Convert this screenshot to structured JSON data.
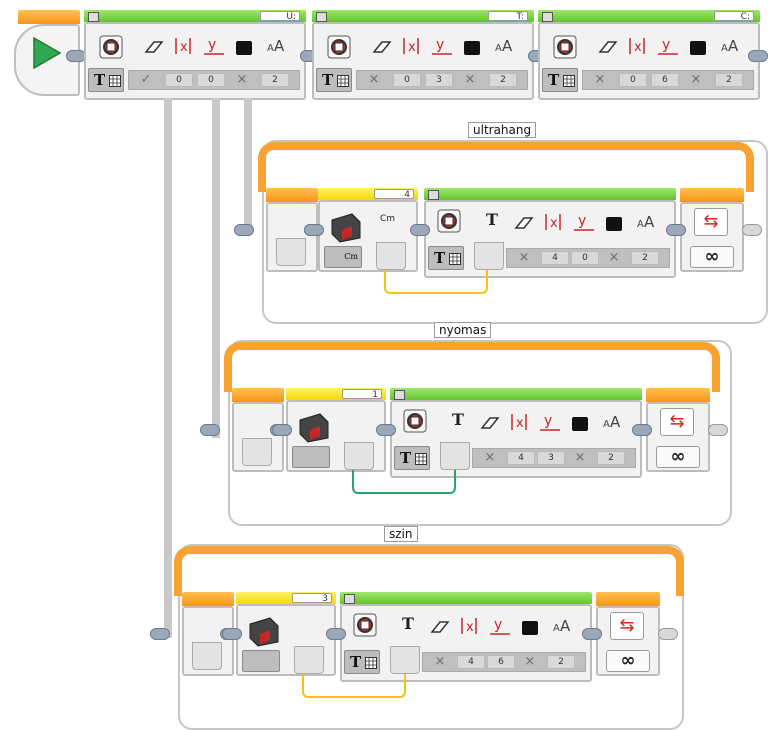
{
  "top_row": {
    "blocks": [
      {
        "label": "U:",
        "params": [
          "✓",
          "0",
          "0",
          "×",
          "2"
        ]
      },
      {
        "label": "T:",
        "params": [
          "×",
          "0",
          "3",
          "×",
          "2"
        ]
      },
      {
        "label": "C:",
        "params": [
          "×",
          "0",
          "6",
          "×",
          "2"
        ]
      }
    ]
  },
  "loops": [
    {
      "name": "ultrahang",
      "sensor_port": "4",
      "sensor_unit": "Cm",
      "sensor_mode_label": "Cm",
      "display_params": [
        "×",
        "4",
        "0",
        "×",
        "2"
      ]
    },
    {
      "name": "nyomas",
      "sensor_port": "1",
      "sensor_unit": "",
      "sensor_mode_label": "",
      "display_params": [
        "×",
        "4",
        "3",
        "×",
        "2"
      ]
    },
    {
      "name": "szin",
      "sensor_port": "3",
      "sensor_unit": "",
      "sensor_mode_label": "",
      "display_params": [
        "×",
        "4",
        "6",
        "×",
        "2"
      ]
    }
  ],
  "icons": {
    "start": "play-icon",
    "display": "display-brick-icon",
    "text_mode": "text-grid-icon",
    "eraser": "eraser-icon",
    "x": "x-coordinate-icon",
    "y": "y-coordinate-icon",
    "color": "color-square-icon",
    "font": "font-size-icon",
    "loop_end": "repeat-icon",
    "infinity": "infinity-icon"
  },
  "colors": {
    "start_accent": "#f7941d",
    "action_green": "#64c32f",
    "sensor_yellow": "#f5d800",
    "flow_orange": "#f7a233",
    "wire_yellow": "#f0c419",
    "wire_green": "#2aa36b"
  },
  "symbols": {
    "T": "T",
    "aA": "AA",
    "inf": "∞"
  }
}
